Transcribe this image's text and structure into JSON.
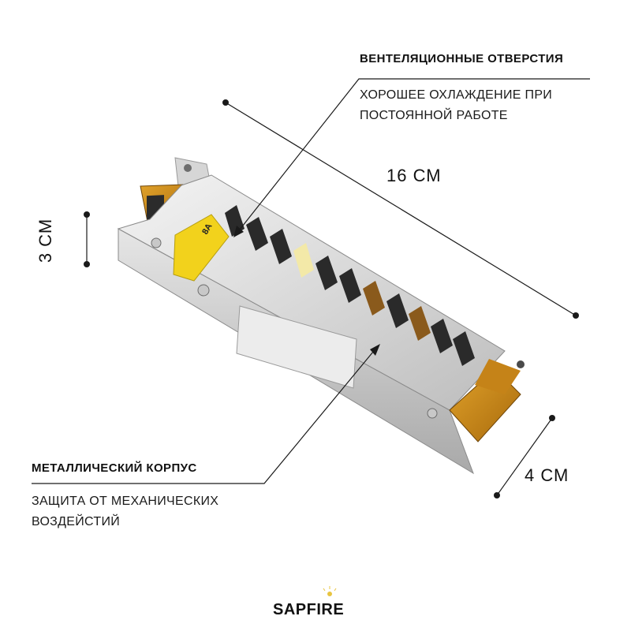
{
  "callout_vents": {
    "title": "ВЕНТЕЛЯЦИОННЫЕ ОТВЕРСТИЯ",
    "text": "ХОРОШЕЕ ОХЛАЖДЕНИЕ ПРИ ПОСТОЯННОЙ РАБОТЕ"
  },
  "callout_case": {
    "title": "МЕТАЛЛИЧЕСКИЙ КОРПУС",
    "text": "ЗАЩИТА ОТ МЕХАНИЧЕСКИХ ВОЗДЕЙСТИЙ"
  },
  "dimensions": {
    "length": "16 СМ",
    "height": "3 СМ",
    "width": "4 СМ"
  },
  "product": {
    "label_current": "8A"
  },
  "brand": {
    "logo": "SAPFIRE"
  }
}
